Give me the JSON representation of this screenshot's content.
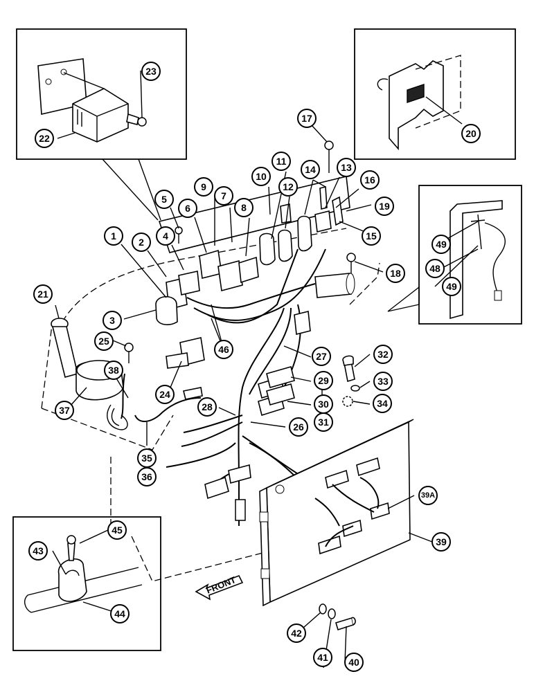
{
  "front_label": "FRONT",
  "callouts": [
    {
      "id": "c1",
      "label": "1"
    },
    {
      "id": "c2",
      "label": "2"
    },
    {
      "id": "c3",
      "label": "3"
    },
    {
      "id": "c4",
      "label": "4"
    },
    {
      "id": "c5",
      "label": "5"
    },
    {
      "id": "c6",
      "label": "6"
    },
    {
      "id": "c7",
      "label": "7"
    },
    {
      "id": "c8",
      "label": "8"
    },
    {
      "id": "c9",
      "label": "9"
    },
    {
      "id": "c10",
      "label": "10"
    },
    {
      "id": "c11",
      "label": "11"
    },
    {
      "id": "c12",
      "label": "12"
    },
    {
      "id": "c13",
      "label": "13"
    },
    {
      "id": "c14",
      "label": "14"
    },
    {
      "id": "c15",
      "label": "15"
    },
    {
      "id": "c16",
      "label": "16"
    },
    {
      "id": "c17",
      "label": "17"
    },
    {
      "id": "c18",
      "label": "18"
    },
    {
      "id": "c19",
      "label": "19"
    },
    {
      "id": "c20",
      "label": "20"
    },
    {
      "id": "c21",
      "label": "21"
    },
    {
      "id": "c22",
      "label": "22"
    },
    {
      "id": "c23",
      "label": "23"
    },
    {
      "id": "c24",
      "label": "24"
    },
    {
      "id": "c25",
      "label": "25"
    },
    {
      "id": "c26",
      "label": "26"
    },
    {
      "id": "c27",
      "label": "27"
    },
    {
      "id": "c28",
      "label": "28"
    },
    {
      "id": "c29",
      "label": "29"
    },
    {
      "id": "c30",
      "label": "30"
    },
    {
      "id": "c31",
      "label": "31"
    },
    {
      "id": "c32",
      "label": "32"
    },
    {
      "id": "c33",
      "label": "33"
    },
    {
      "id": "c34",
      "label": "34"
    },
    {
      "id": "c35",
      "label": "35"
    },
    {
      "id": "c36",
      "label": "36"
    },
    {
      "id": "c37",
      "label": "37"
    },
    {
      "id": "c38",
      "label": "38"
    },
    {
      "id": "c39",
      "label": "39"
    },
    {
      "id": "c39a",
      "label": "39A"
    },
    {
      "id": "c40",
      "label": "40"
    },
    {
      "id": "c41",
      "label": "41"
    },
    {
      "id": "c42",
      "label": "42"
    },
    {
      "id": "c43",
      "label": "43"
    },
    {
      "id": "c44",
      "label": "44"
    },
    {
      "id": "c45",
      "label": "45"
    },
    {
      "id": "c46",
      "label": "46"
    },
    {
      "id": "c48",
      "label": "48"
    },
    {
      "id": "c49a",
      "label": "49"
    },
    {
      "id": "c49b",
      "label": "49"
    }
  ]
}
